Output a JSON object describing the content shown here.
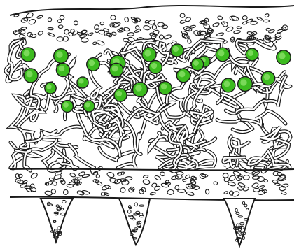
{
  "illustration": {
    "subject": "lichen-cross-section-drawing",
    "style": "pen-ink-with-green-cells",
    "colors": {
      "ink": "#1a1a1a",
      "paper": "#ffffff",
      "cell_fill": "#3cbb1f",
      "cell_highlight": "#8fe36d",
      "hypha_fill": "#ffffff"
    },
    "layers": [
      "upper-cortex",
      "algal-layer",
      "medulla",
      "lower-cortex",
      "rhizines"
    ]
  }
}
